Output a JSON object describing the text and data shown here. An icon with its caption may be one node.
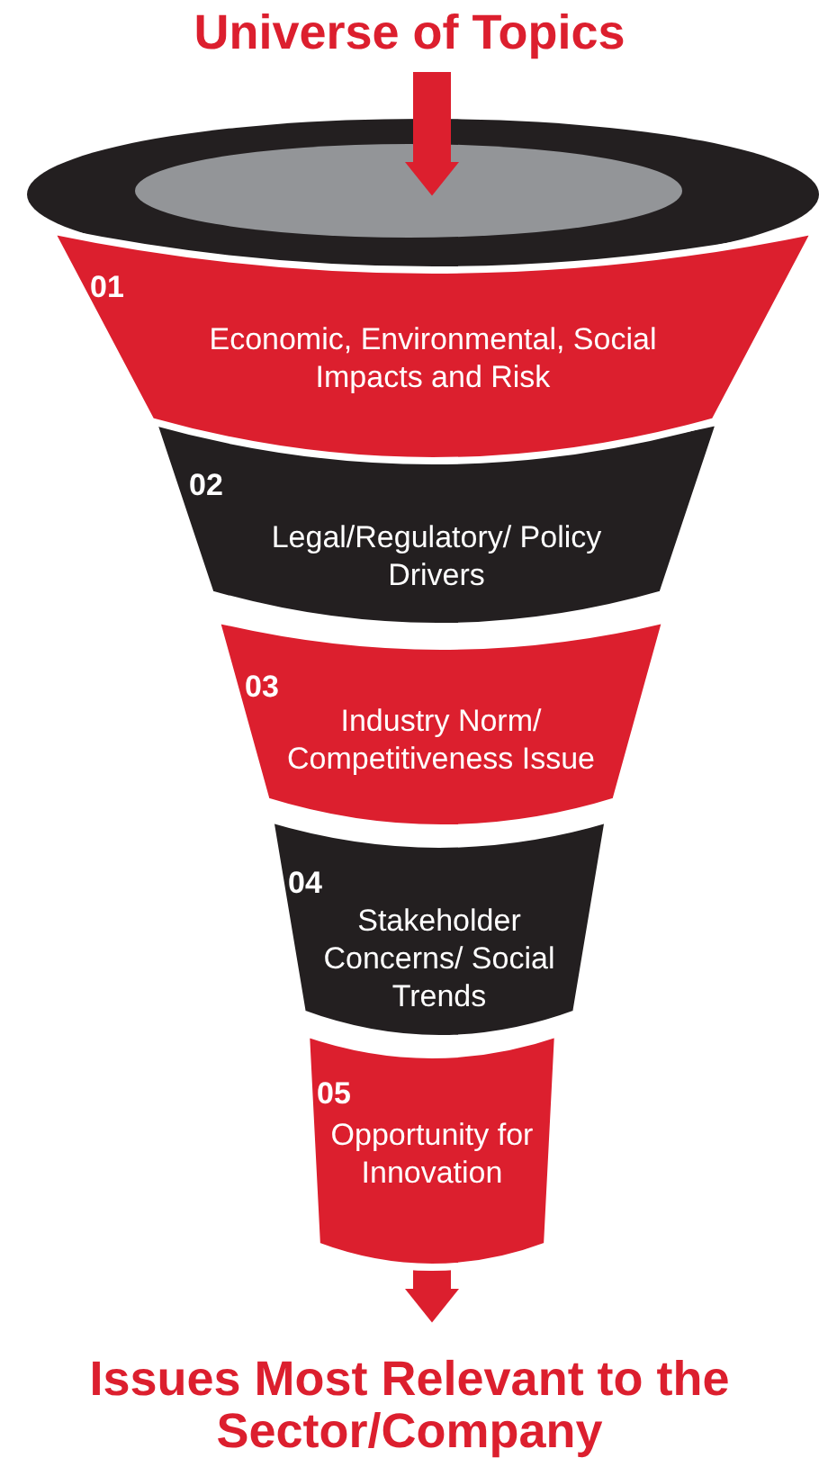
{
  "diagram": {
    "nodes": [
      {
        "text": [
          "Universe of Topics"
        ]
      },
      {
        "text": [],
        "shape": "ellipse"
      },
      {
        "text": [
          "01",
          "Economic, Environmental, Social Impacts and Risk"
        ]
      },
      {
        "text": [
          "02",
          "Legal/Regulatory/ Policy Drivers"
        ]
      },
      {
        "text": [
          "03",
          "Industry Norm/ Competitiveness Issue"
        ]
      },
      {
        "text": [
          "04",
          "Stakeholder Concerns/ Social Trends"
        ]
      },
      {
        "text": [
          "05",
          "Opportunity for Innovation"
        ]
      },
      {
        "text": [
          "Issues Most Relevant to the Sector/Company"
        ]
      }
    ],
    "edges": [
      {
        "from": 0,
        "to": 1,
        "arrow": "to"
      },
      {
        "from": 6,
        "to": 7,
        "arrow": "to"
      }
    ]
  }
}
